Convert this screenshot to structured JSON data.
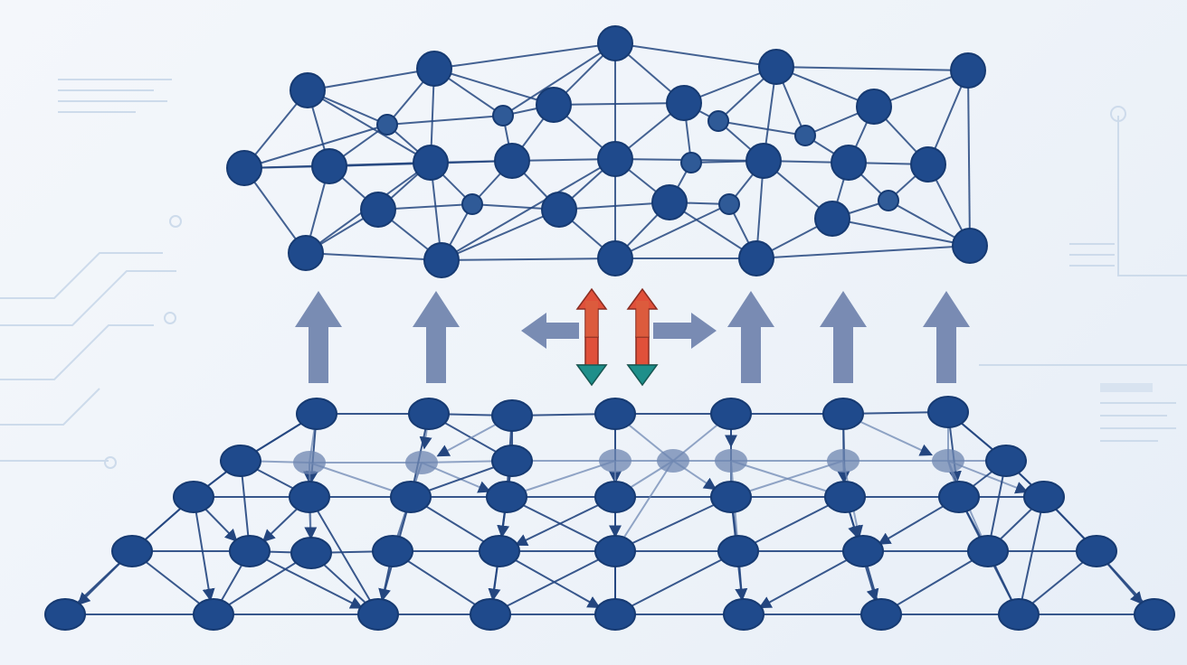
{
  "colors": {
    "node": "#1f4a8c",
    "node_stroke": "#163a72",
    "edge": "#24467f",
    "edge_light": "#6f88b3",
    "faint_node": "#6d86b0",
    "arrow_gray": "#6f82ad",
    "arrow_red": "#e0503a",
    "arrow_teal": "#1f8f8a",
    "decor": "#c9d8ea"
  },
  "graphs": [
    {
      "id": "upper",
      "description_role": "coarse-graph"
    },
    {
      "id": "lower",
      "description_role": "fine-graph"
    }
  ],
  "arrows": [
    {
      "kind": "up",
      "color": "arrow_gray"
    },
    {
      "kind": "up",
      "color": "arrow_gray"
    },
    {
      "kind": "left",
      "color": "arrow_gray"
    },
    {
      "kind": "bidirectional-vertical",
      "color": "arrow_red"
    },
    {
      "kind": "bidirectional-vertical",
      "color": "arrow_red"
    },
    {
      "kind": "right",
      "color": "arrow_gray"
    },
    {
      "kind": "up",
      "color": "arrow_gray"
    },
    {
      "kind": "up",
      "color": "arrow_gray"
    },
    {
      "kind": "up",
      "color": "arrow_gray"
    }
  ],
  "icons": [
    "circuit-trace-icon",
    "text-lines-icon"
  ]
}
